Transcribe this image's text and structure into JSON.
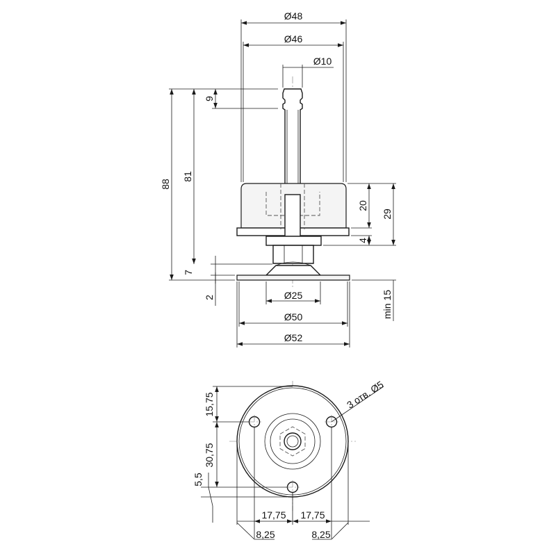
{
  "side_view": {
    "dimensions": {
      "d48": "Ø48",
      "d46": "Ø46",
      "d10": "Ø10",
      "h9": "9",
      "h88": "88",
      "h81": "81",
      "h20": "20",
      "h29": "29",
      "h4": "4",
      "h7": "7",
      "h2": "2",
      "d25": "Ø25",
      "d50": "Ø50",
      "d52": "Ø52",
      "min15": "min 15"
    }
  },
  "bottom_view": {
    "dimensions": {
      "v15_75": "15,75",
      "v30_75": "30,75",
      "v5_5": "5,5",
      "h17_75_left": "17,75",
      "h17_75_right": "17,75",
      "h8_25_left": "8,25",
      "h8_25_right": "8,25",
      "holes_note": "3 отв. Ø5"
    }
  }
}
